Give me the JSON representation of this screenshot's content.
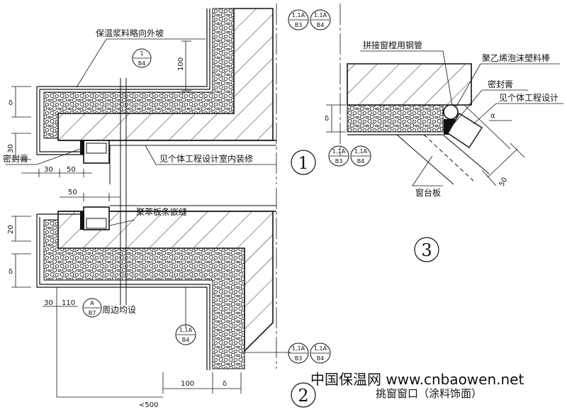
{
  "title": "挑窗窗口（涂料饰面）",
  "watermark": "中国保温网  www.cnbaowen.net",
  "detail_numbers": [
    "1",
    "2",
    "3"
  ],
  "labels": {
    "insulation_slope": "保温浆料略向外坡",
    "sealant_left": "密封膏",
    "interior_finish": "见个体工程设计室内装修",
    "eps_strip_joint": "聚苯板条嵌缝",
    "all_around": "周边均设",
    "steel_pipe": "拼接窗樘用钢管",
    "pe_foam_rod": "聚乙烯泡沫塑料棒",
    "sealant_right": "密封膏",
    "see_project_design": "见个体工程设计",
    "window_sill_board": "窗台板"
  },
  "dimensions": {
    "d100_upper": "100",
    "delta_1": "δ",
    "d30_1": "30",
    "d30_2": "30",
    "d50_1": "50",
    "d50_2": "50",
    "d20": "20",
    "delta_2": "δ",
    "d30_3": "30",
    "d110": "110",
    "d100_lower": "100",
    "delta_3": "δ",
    "lt500": "<500",
    "delta_r": "δ",
    "alpha": "α",
    "d50_r": "50"
  },
  "refs": {
    "top_a": {
      "top": "1,1A",
      "bottom": "B3"
    },
    "top_b": {
      "top": "1,1A",
      "bottom": "B4"
    },
    "r_one": {
      "top": "1",
      "bottom": "B4"
    },
    "mid_a": {
      "top": "1,1A",
      "bottom": "B3"
    },
    "mid_b": {
      "top": "1,1A",
      "bottom": "B4"
    },
    "ab7": {
      "top": "A",
      "bottom": "B7"
    },
    "low_b4": {
      "top": "1,1A",
      "bottom": "B4"
    },
    "bot_a": {
      "top": "1,1A",
      "bottom": "B3"
    },
    "bot_b": {
      "top": "1,1A",
      "bottom": "B4"
    }
  }
}
